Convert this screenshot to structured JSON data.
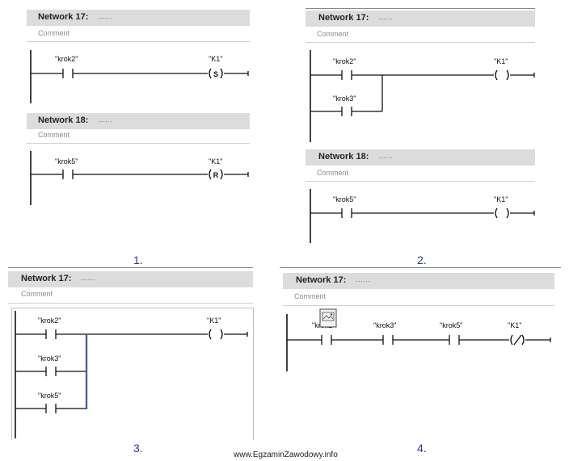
{
  "panels": {
    "p1": {
      "net17_title": "Network 17:",
      "net17_dots": "......",
      "net17_comment": "Comment",
      "c1": "\"krok2\"",
      "coil1": "\"K1\"",
      "coil1_letter": "S",
      "net18_title": "Network 18:",
      "net18_dots": "......",
      "net18_comment": "Comment",
      "c2": "\"krok5\"",
      "coil2": "\"K1\"",
      "coil2_letter": "R",
      "number": "1."
    },
    "p2": {
      "net17_title": "Network 17:",
      "net17_dots": "......",
      "net17_comment": "Comment",
      "c1": "\"krok2\"",
      "c2": "\"krok3\"",
      "coil1": "\"K1\"",
      "net18_title": "Network 18:",
      "net18_dots": "......",
      "net18_comment": "Comment",
      "c3": "\"krok5\"",
      "coil2": "\"K1\"",
      "number": "2."
    },
    "p3": {
      "net17_title": "Network 17:",
      "net17_dots": "......",
      "net17_comment": "Comment",
      "c1": "\"krok2\"",
      "c2": "\"krok3\"",
      "c3": "\"krok5\"",
      "coil1": "\"K1\"",
      "number": "3."
    },
    "p4": {
      "net17_title": "Network 17:",
      "net17_dots": "......",
      "net17_comment": "Comment",
      "c1": "\"krok2\"",
      "c2": "\"krok3\"",
      "c3": "\"krok5\"",
      "coil1": "\"K1\"",
      "number": "4."
    }
  },
  "footer": "www.EgzaminZawodowy.info"
}
